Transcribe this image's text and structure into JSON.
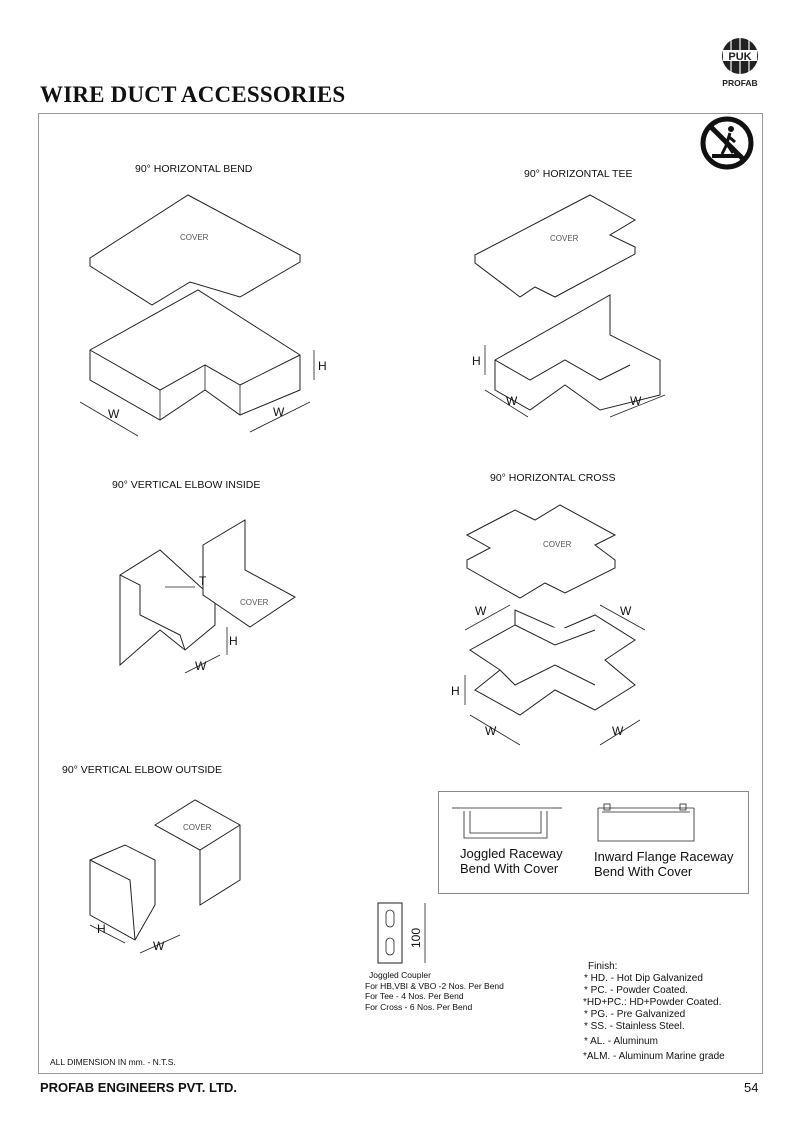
{
  "header": {
    "title": "WIRE DUCT ACCESSORIES",
    "logo_text": "PUK",
    "logo_brand": "PROFAB"
  },
  "items": {
    "horizontal_bend": "90° HORIZONTAL BEND",
    "horizontal_tee": "90° HORIZONTAL TEE",
    "vertical_elbow_inside": "90° VERTICAL ELBOW INSIDE",
    "horizontal_cross": "90° HORIZONTAL CROSS",
    "vertical_elbow_outside": "90° VERTICAL ELBOW OUTSIDE"
  },
  "dims": {
    "w": "W",
    "h": "H",
    "t": "T",
    "cover": "COVER",
    "coupler_length": "100"
  },
  "raceway": {
    "joggled": [
      "Joggled Raceway",
      "Bend With Cover"
    ],
    "inward": [
      "Inward Flange Raceway",
      "Bend With Cover"
    ]
  },
  "coupler": {
    "title": "Joggled Coupler",
    "lines": [
      "For HB,VBI & VBO -2 Nos. Per Bend",
      "For Tee - 4 Nos. Per Bend",
      "For Cross - 6 Nos. Per Bend"
    ]
  },
  "finish": {
    "title": "Finish:",
    "lines": [
      "* HD. - Hot Dip Galvanized",
      "* PC. - Powder Coated.",
      "*HD+PC.: HD+Powder Coated.",
      "* PG. - Pre Galvanized",
      "* SS. - Stainless Steel.",
      "* AL. - Aluminum",
      "*ALM. - Aluminum Marine grade"
    ]
  },
  "note": "ALL DIMENSION IN mm. -  N.T.S.",
  "footer": {
    "company": "PROFAB ENGINEERS PVT. LTD.",
    "page": "54"
  }
}
